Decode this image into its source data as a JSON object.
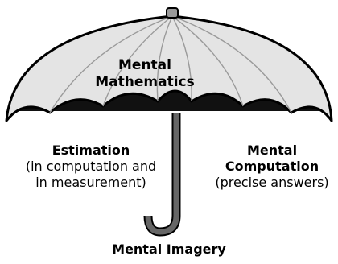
{
  "diagram": {
    "title_line1": "Mental",
    "title_line2": "Mathematics",
    "estimation": {
      "heading": "Estimation",
      "detail_line1": "(in computation and",
      "detail_line2": "in measurement)"
    },
    "computation": {
      "heading_line1": "Mental",
      "heading_line2": "Computation",
      "detail": "(precise answers)"
    },
    "imagery": {
      "heading": "Mental Imagery"
    },
    "colors": {
      "canopy": "#e4e4e4",
      "outline": "#000000",
      "shadow": "#111111",
      "handle": "#666666"
    }
  }
}
